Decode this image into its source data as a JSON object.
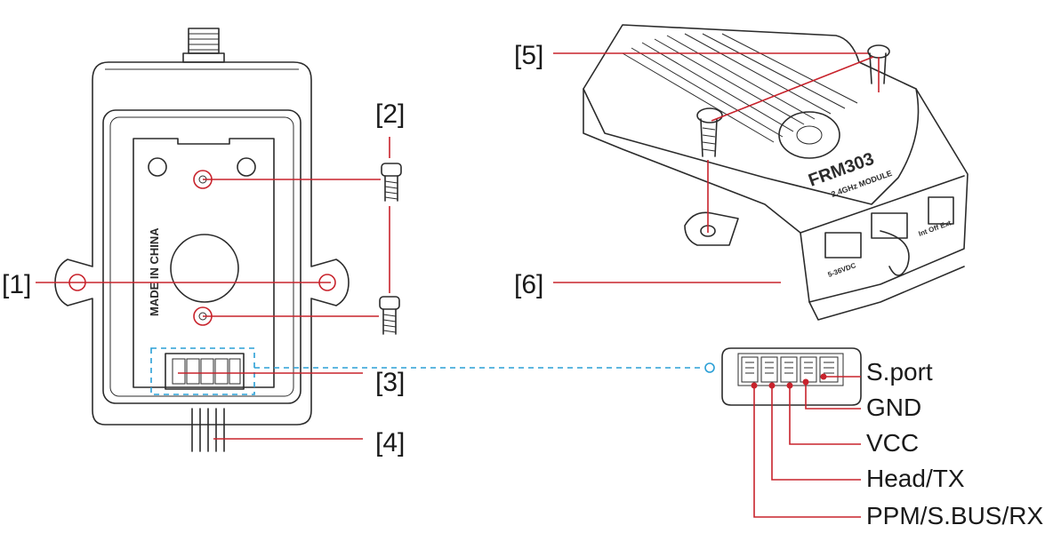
{
  "callouts": {
    "c1": "[1]",
    "c2": "[2]",
    "c3": "[3]",
    "c4": "[4]",
    "c5": "[5]",
    "c6": "[6]"
  },
  "pins": {
    "sport": "S.port",
    "gnd": "GND",
    "vcc": "VCC",
    "head_tx": "Head/TX",
    "ppm": "PPM/S.BUS/RX"
  },
  "device_text": {
    "made_in_china": "MADE IN CHINA",
    "model": "FRM303",
    "band": "2.4GHz MODULE",
    "voltage": "5-36VDC",
    "int_ext": "Int  Off  Ext"
  },
  "colors": {
    "leader_red": "#c8232c",
    "dashed_blue": "#2a9fd6",
    "outline": "#2b2b2b"
  }
}
